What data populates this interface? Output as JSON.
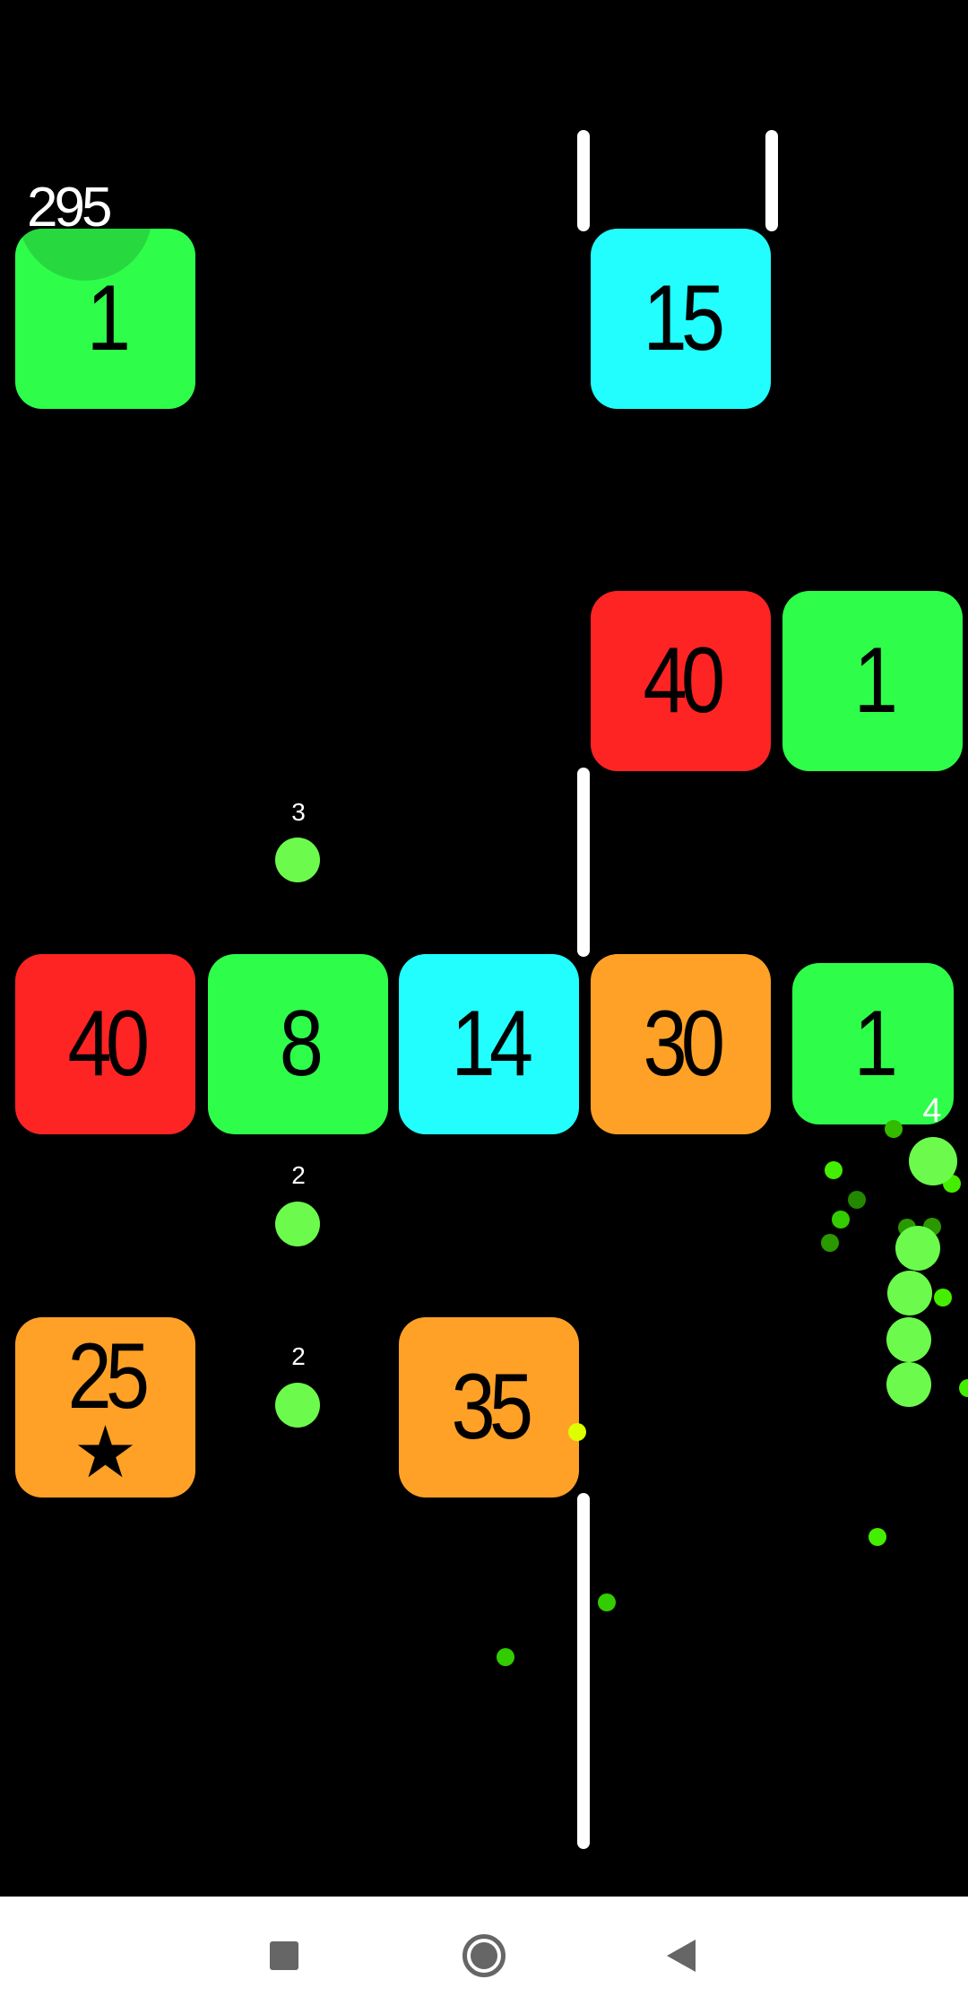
{
  "score": "295",
  "colors": {
    "green": "#2efe4a",
    "cyan": "#22fefe",
    "red": "#fe2424",
    "orange": "#fea126",
    "ball": "#6cfb4c"
  },
  "blocks": [
    {
      "value": "1",
      "color": "green"
    },
    {
      "value": "15",
      "color": "cyan"
    },
    {
      "value": "40",
      "color": "red"
    },
    {
      "value": "1",
      "color": "green"
    },
    {
      "value": "40",
      "color": "red"
    },
    {
      "value": "8",
      "color": "green"
    },
    {
      "value": "14",
      "color": "cyan"
    },
    {
      "value": "30",
      "color": "orange"
    },
    {
      "value": "1",
      "color": "green"
    },
    {
      "value": "25",
      "color": "orange",
      "icon": "star-icon"
    },
    {
      "value": "35",
      "color": "orange"
    }
  ],
  "balls": [
    {
      "value": "3"
    },
    {
      "value": "2"
    },
    {
      "value": "2"
    }
  ],
  "snake_length": "4",
  "nav": {
    "icons": [
      "recents-square-icon",
      "home-circle-icon",
      "back-triangle-icon"
    ]
  }
}
